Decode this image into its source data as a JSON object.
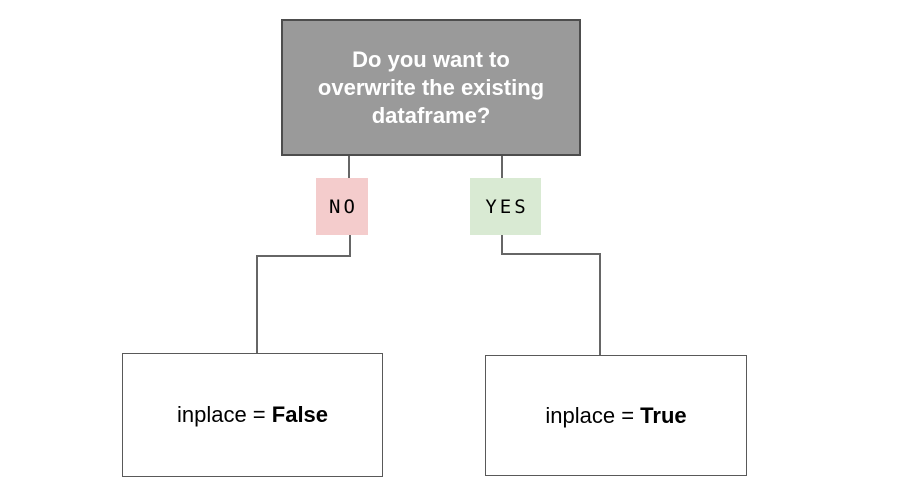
{
  "diagram": {
    "question": {
      "text": "Do you want to overwrite the existing dataframe?",
      "lines": [
        "Do you want to",
        "overwrite the existing",
        "dataframe?"
      ]
    },
    "branches": {
      "no": {
        "label": "NO",
        "result_prefix": "inplace = ",
        "result_value": "False"
      },
      "yes": {
        "label": "YES",
        "result_prefix": "inplace = ",
        "result_value": "True"
      }
    },
    "colors": {
      "question_fill": "#9a9a9a",
      "question_border": "#4d4d4d",
      "question_text": "#ffffff",
      "no_fill": "#f4cccc",
      "yes_fill": "#d9ead3",
      "label_text": "#000000",
      "connector": "#666666",
      "result_border": "#595959",
      "result_fill": "#ffffff"
    }
  }
}
